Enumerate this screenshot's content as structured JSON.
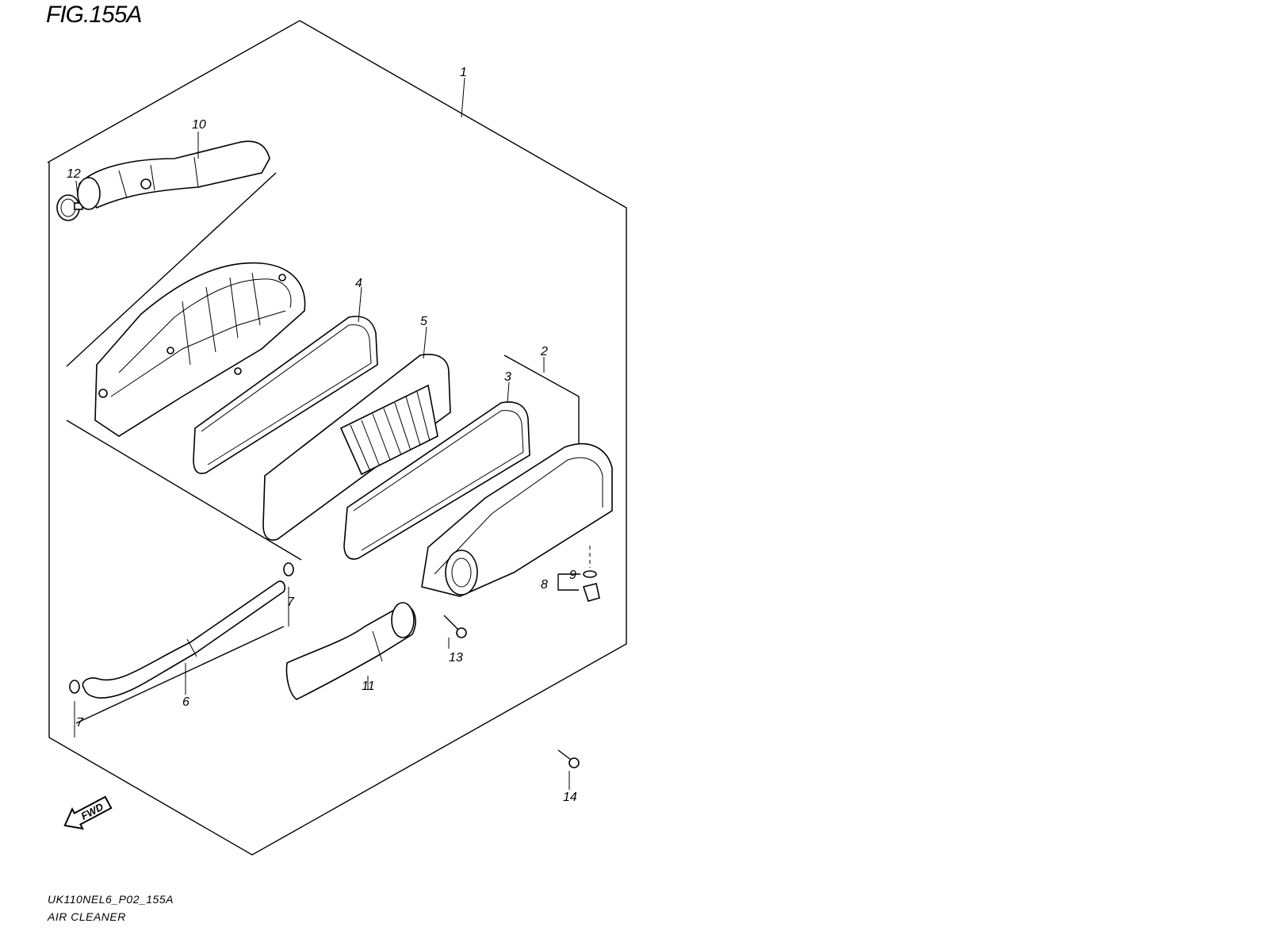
{
  "figure": {
    "title": "FIG.155A",
    "code": "UK110NEL6_P02_155A",
    "name": "AIR CLEANER"
  },
  "callouts": [
    "1",
    "2",
    "3",
    "4",
    "5",
    "6",
    "7",
    "7",
    "8",
    "9",
    "10",
    "11",
    "12",
    "13",
    "14"
  ],
  "fwd_label": "FWD"
}
